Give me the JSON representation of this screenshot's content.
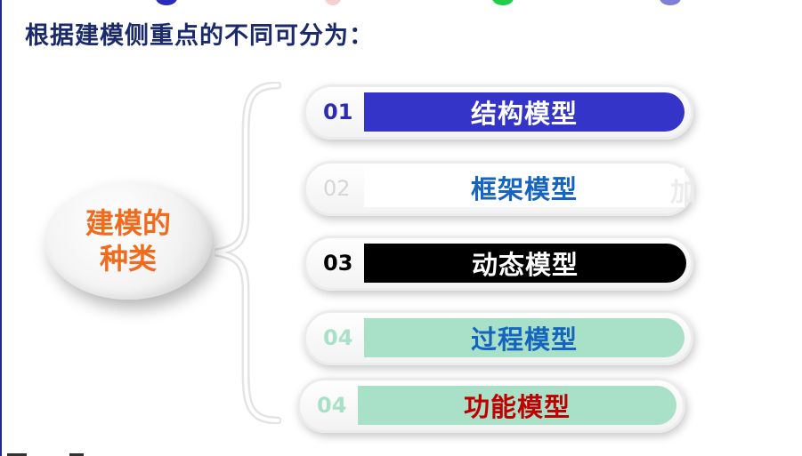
{
  "heading": "根据建模侧重点的不同可分为：",
  "hub": {
    "line1": "建模的",
    "line2": "种类"
  },
  "items": [
    {
      "num": "01",
      "label": "结构模型"
    },
    {
      "num": "02",
      "label": "框架模型"
    },
    {
      "num": "03",
      "label": "动态模型"
    },
    {
      "num": "04",
      "label": "过程模型"
    },
    {
      "num": "04",
      "label": "功能模型"
    }
  ],
  "fragment": "加",
  "colors": {
    "heading": "#1a2a6b",
    "hub_text": "#f26b1d",
    "bar1": "#3434c8",
    "bar3": "#000000",
    "bar4": "#a8e0c8",
    "label2": "#1565c0",
    "label4": "#1565c0",
    "label5": "#c00000"
  }
}
